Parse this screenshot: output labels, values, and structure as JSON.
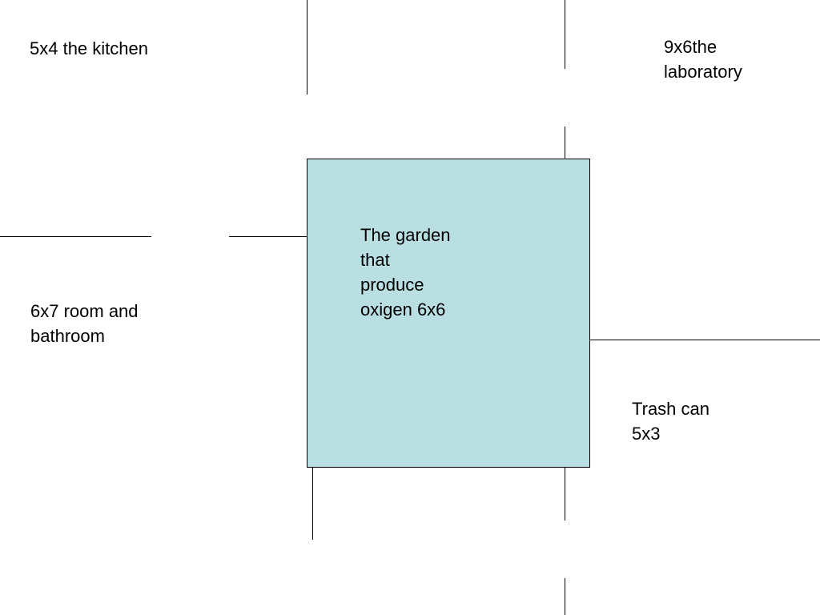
{
  "floor_plan": {
    "rooms": {
      "kitchen": "5x4 the kitchen",
      "laboratory": "9x6the\nlaboratory",
      "room_bathroom": " 6x7 room  and\nbathroom",
      "garden": "The garden\nthat\nproduce\noxigen  6x6",
      "trash_can": "Trash can\n5x3"
    },
    "colors": {
      "garden_fill": "#b9dfe3",
      "lines": "#000000",
      "background": "#ffffff"
    }
  }
}
